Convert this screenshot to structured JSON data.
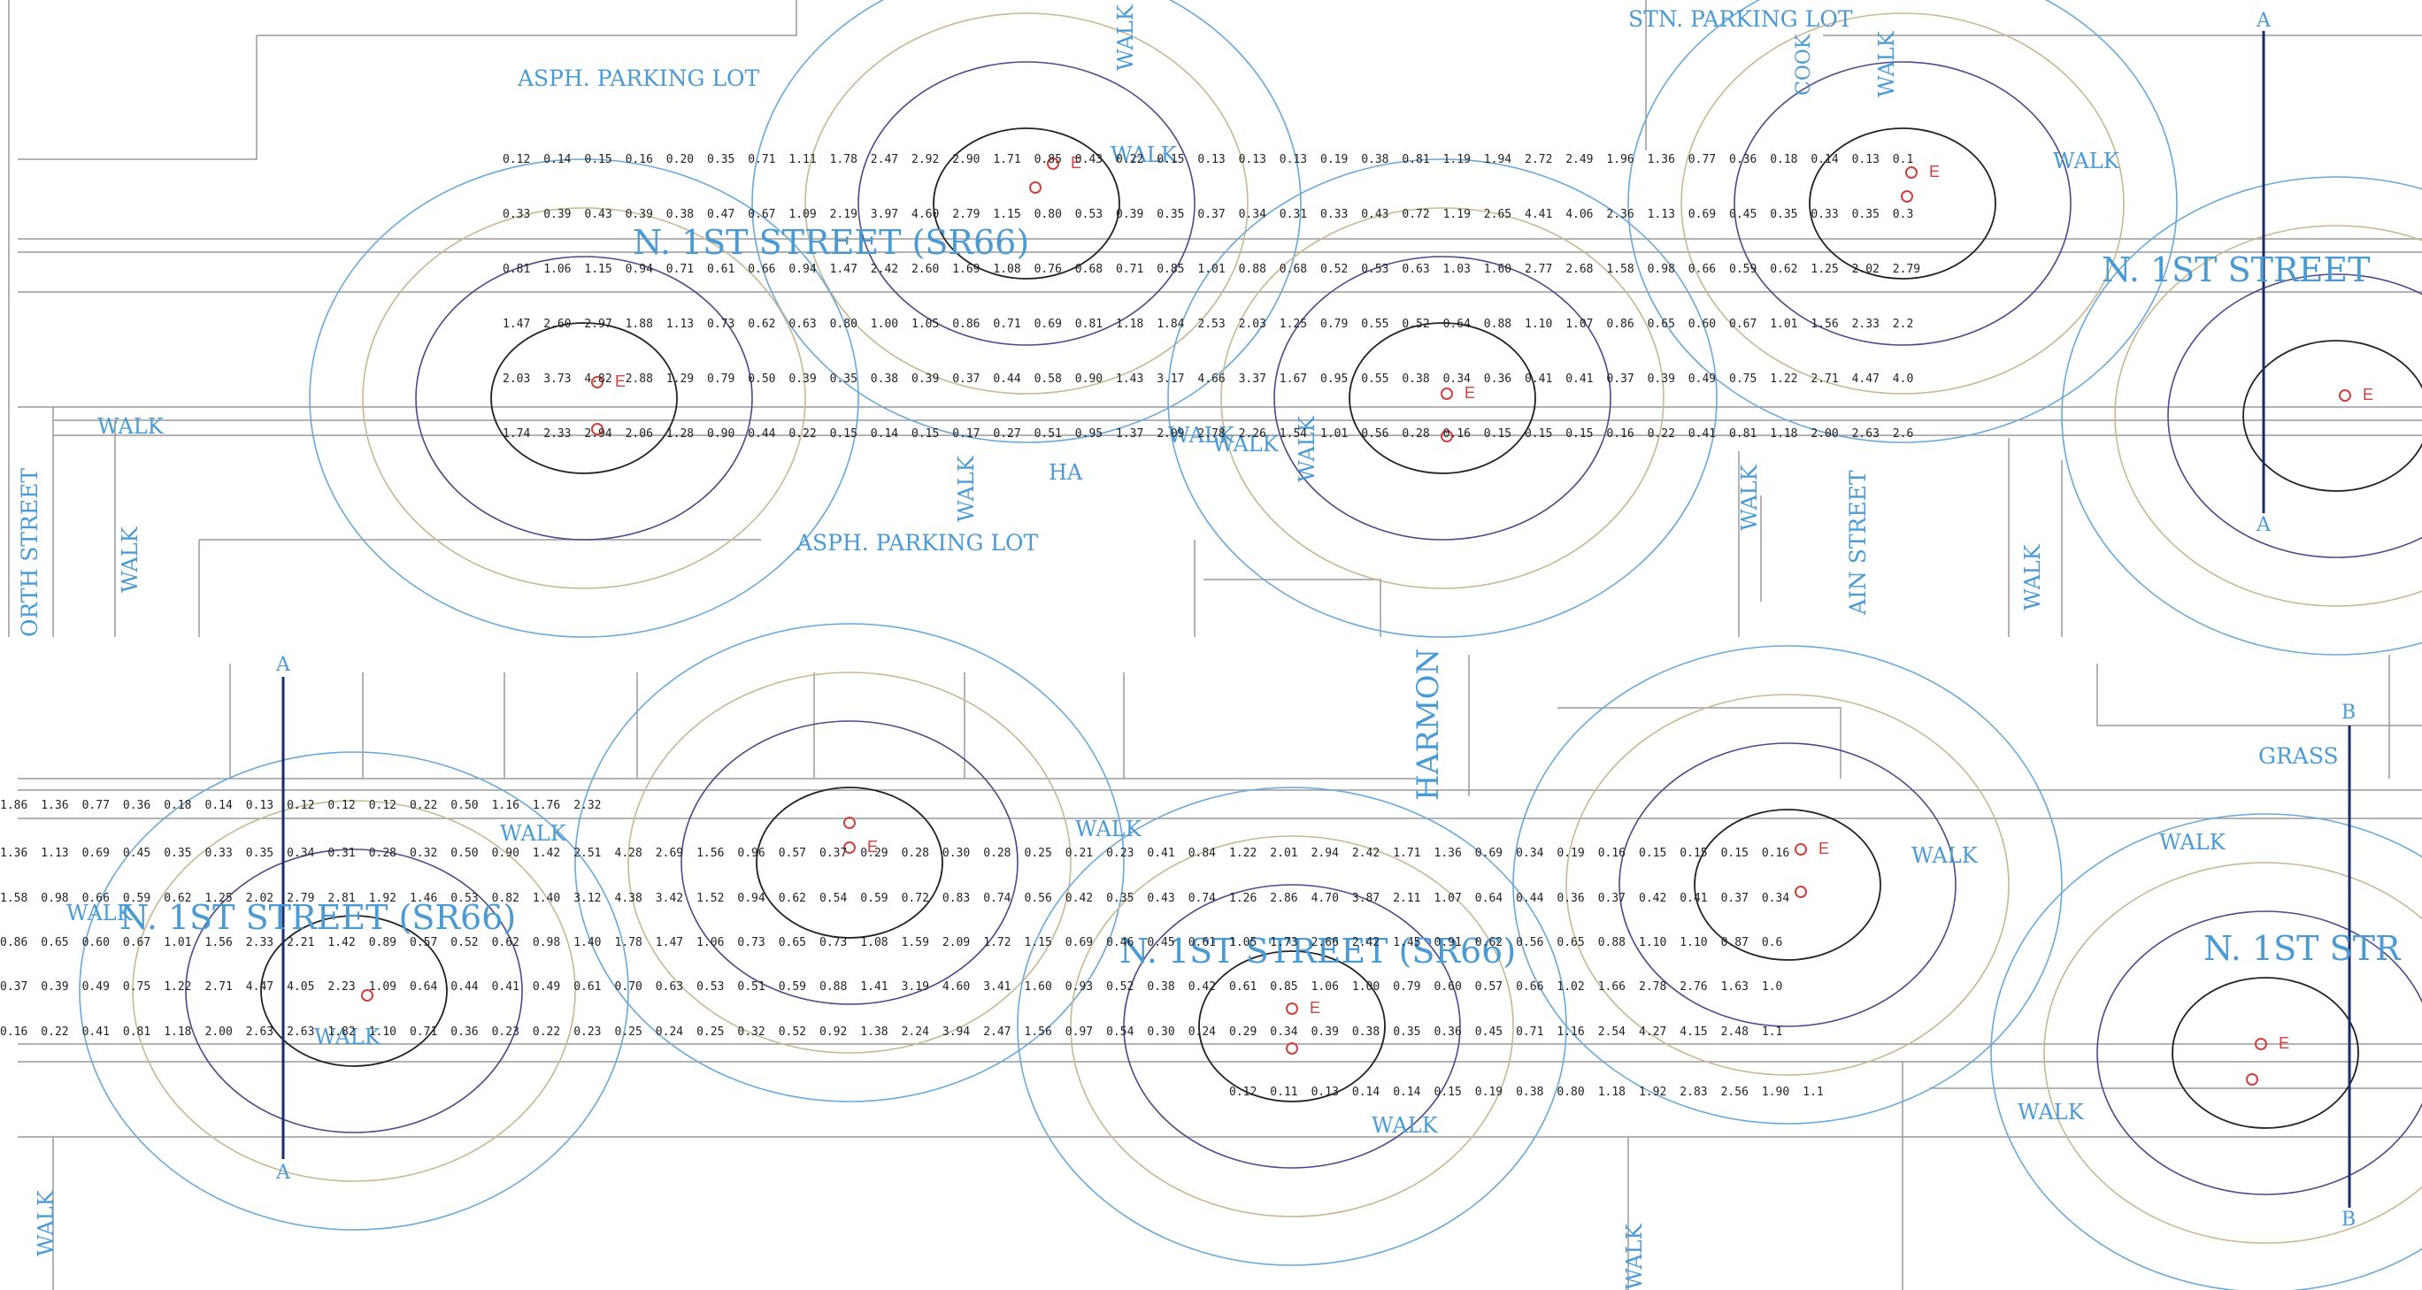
{
  "labels": {
    "asph_lot_top": "ASPH. PARKING LOT",
    "asph_lot_mid": "ASPH. PARKING LOT",
    "stn_lot": "STN. PARKING LOT",
    "street_top_left": "N. 1ST STREET (SR66)",
    "street_top_right": "N. 1ST STREET",
    "street_bot_left": "N. 1ST STREET (SR66)",
    "street_bot_mid": "N. 1ST STREET (SR66)",
    "street_bot_right": "N. 1ST STR",
    "north_street": "ORTH STREET",
    "main_street": "AIN STREET",
    "harmon": "HARMON",
    "grass": "GRASS",
    "cook": "COOK",
    "walk": "WALK",
    "section_a": "A",
    "section_b": "B",
    "fixture_e": "E",
    "ha": "HA"
  },
  "colors": {
    "label_blue": "#4a9ad4",
    "contour_navy": "#4a4a8c",
    "contour_blue": "#6aa8d8",
    "contour_tan": "#c8b890",
    "contour_dark": "#222222",
    "fixture_red": "#d04040",
    "section_line": "#1a2a6a",
    "outline_gray": "#8a8a8a",
    "pole_orange": "#d89848"
  },
  "grids": {
    "top": [
      [
        "0.12",
        "0.14",
        "0.15",
        "0.16",
        "0.20",
        "0.35",
        "0.71",
        "1.11",
        "1.78",
        "2.47",
        "2.92",
        "2.90",
        "1.71",
        "0.85",
        "0.43",
        "0.22",
        "0.15",
        "0.13",
        "0.13",
        "0.13",
        "0.19",
        "0.38",
        "0.81",
        "1.19",
        "1.94",
        "2.72",
        "2.49",
        "1.96",
        "1.36",
        "0.77",
        "0.36",
        "0.18",
        "0.14",
        "0.13",
        "0.1"
      ],
      [
        "0.33",
        "0.39",
        "0.43",
        "0.39",
        "0.38",
        "0.47",
        "0.67",
        "1.09",
        "2.19",
        "3.97",
        "4.60",
        "2.79",
        "1.15",
        "0.80",
        "0.53",
        "0.39",
        "0.35",
        "0.37",
        "0.34",
        "0.31",
        "0.33",
        "0.43",
        "0.72",
        "1.19",
        "2.65",
        "4.41",
        "4.06",
        "2.36",
        "1.13",
        "0.69",
        "0.45",
        "0.35",
        "0.33",
        "0.35",
        "0.3"
      ],
      [
        "0.81",
        "1.06",
        "1.15",
        "0.94",
        "0.71",
        "0.61",
        "0.66",
        "0.94",
        "1.47",
        "2.42",
        "2.60",
        "1.69",
        "1.08",
        "0.76",
        "0.68",
        "0.71",
        "0.85",
        "1.01",
        "0.88",
        "0.68",
        "0.52",
        "0.53",
        "0.63",
        "1.03",
        "1.60",
        "2.77",
        "2.68",
        "1.58",
        "0.98",
        "0.66",
        "0.59",
        "0.62",
        "1.25",
        "2.02",
        "2.79"
      ],
      [
        "1.47",
        "2.60",
        "2.97",
        "1.88",
        "1.13",
        "0.73",
        "0.62",
        "0.63",
        "0.80",
        "1.00",
        "1.05",
        "0.86",
        "0.71",
        "0.69",
        "0.81",
        "1.18",
        "1.84",
        "2.53",
        "2.03",
        "1.25",
        "0.79",
        "0.55",
        "0.52",
        "0.64",
        "0.88",
        "1.10",
        "1.07",
        "0.86",
        "0.65",
        "0.60",
        "0.67",
        "1.01",
        "1.56",
        "2.33",
        "2.2"
      ],
      [
        "2.03",
        "3.73",
        "4.82",
        "2.88",
        "1.29",
        "0.79",
        "0.50",
        "0.39",
        "0.35",
        "0.38",
        "0.39",
        "0.37",
        "0.44",
        "0.58",
        "0.90",
        "1.43",
        "3.17",
        "4.66",
        "3.37",
        "1.67",
        "0.95",
        "0.55",
        "0.38",
        "0.34",
        "0.36",
        "0.41",
        "0.41",
        "0.37",
        "0.39",
        "0.49",
        "0.75",
        "1.22",
        "2.71",
        "4.47",
        "4.0"
      ],
      [
        "1.74",
        "2.33",
        "2.94",
        "2.06",
        "1.28",
        "0.90",
        "0.44",
        "0.22",
        "0.15",
        "0.14",
        "0.15",
        "0.17",
        "0.27",
        "0.51",
        "0.95",
        "1.37",
        "2.09",
        "2.78",
        "2.26",
        "1.54",
        "1.01",
        "0.56",
        "0.28",
        "0.16",
        "0.15",
        "0.15",
        "0.15",
        "0.16",
        "0.22",
        "0.41",
        "0.81",
        "1.18",
        "2.00",
        "2.63",
        "2.6"
      ]
    ],
    "bottom": [
      [
        "1.86",
        "1.36",
        "0.77",
        "0.36",
        "0.18",
        "0.14",
        "0.13",
        "0.12",
        "0.12",
        "0.12",
        "0.22",
        "0.50",
        "1.16",
        "1.76",
        "2.32",
        "",
        "",
        "",
        "",
        "",
        "",
        "",
        "",
        "",
        "",
        "",
        "",
        "",
        "",
        "",
        "",
        "",
        "",
        "",
        "",
        "",
        "",
        "",
        "",
        "",
        "",
        "",
        "",
        ""
      ],
      [
        "1.36",
        "1.13",
        "0.69",
        "0.45",
        "0.35",
        "0.33",
        "0.35",
        "0.34",
        "0.31",
        "0.28",
        "0.32",
        "0.50",
        "0.90",
        "1.42",
        "2.51",
        "4.28",
        "2.69",
        "1.56",
        "0.96",
        "0.57",
        "0.37",
        "0.29",
        "0.28",
        "0.30",
        "0.28",
        "0.25",
        "0.21",
        "0.23",
        "0.41",
        "0.84",
        "1.22",
        "2.01",
        "2.94",
        "2.42",
        "1.71",
        "1.36",
        "0.69",
        "0.34",
        "0.19",
        "0.16",
        "0.15",
        "0.15",
        "0.15",
        "0.16"
      ],
      [
        "1.58",
        "0.98",
        "0.66",
        "0.59",
        "0.62",
        "1.25",
        "2.02",
        "2.79",
        "2.81",
        "1.92",
        "1.46",
        "0.53",
        "0.82",
        "1.40",
        "3.12",
        "4.38",
        "3.42",
        "1.52",
        "0.94",
        "0.62",
        "0.54",
        "0.59",
        "0.72",
        "0.83",
        "0.74",
        "0.56",
        "0.42",
        "0.35",
        "0.43",
        "0.74",
        "1.26",
        "2.86",
        "4.70",
        "3.87",
        "2.11",
        "1.07",
        "0.64",
        "0.44",
        "0.36",
        "0.37",
        "0.42",
        "0.41",
        "0.37",
        "0.34"
      ],
      [
        "0.86",
        "0.65",
        "0.60",
        "0.67",
        "1.01",
        "1.56",
        "2.33",
        "2.21",
        "1.42",
        "0.89",
        "0.57",
        "0.52",
        "0.62",
        "0.98",
        "1.40",
        "1.78",
        "1.47",
        "1.06",
        "0.73",
        "0.65",
        "0.73",
        "1.08",
        "1.59",
        "2.09",
        "1.72",
        "1.15",
        "0.69",
        "0.46",
        "0.45",
        "0.61",
        "1.05",
        "1.73",
        "2.66",
        "2.42",
        "1.45",
        "0.91",
        "0.62",
        "0.56",
        "0.65",
        "0.88",
        "1.10",
        "1.10",
        "0.87",
        "0.6"
      ],
      [
        "0.37",
        "0.39",
        "0.49",
        "0.75",
        "1.22",
        "2.71",
        "4.47",
        "4.05",
        "2.23",
        "1.09",
        "0.64",
        "0.44",
        "0.41",
        "0.49",
        "0.61",
        "0.70",
        "0.63",
        "0.53",
        "0.51",
        "0.59",
        "0.88",
        "1.41",
        "3.19",
        "4.60",
        "3.41",
        "1.60",
        "0.93",
        "0.52",
        "0.38",
        "0.42",
        "0.61",
        "0.85",
        "1.06",
        "1.00",
        "0.79",
        "0.60",
        "0.57",
        "0.66",
        "1.02",
        "1.66",
        "2.78",
        "2.76",
        "1.63",
        "1.0"
      ],
      [
        "0.16",
        "0.22",
        "0.41",
        "0.81",
        "1.18",
        "2.00",
        "2.63",
        "2.63",
        "1.82",
        "1.10",
        "0.71",
        "0.36",
        "0.23",
        "0.22",
        "0.23",
        "0.25",
        "0.24",
        "0.25",
        "0.32",
        "0.52",
        "0.92",
        "1.38",
        "2.24",
        "3.94",
        "2.47",
        "1.56",
        "0.97",
        "0.54",
        "0.30",
        "0.24",
        "0.29",
        "0.34",
        "0.39",
        "0.38",
        "0.35",
        "0.36",
        "0.45",
        "0.71",
        "1.16",
        "2.54",
        "4.27",
        "4.15",
        "2.48",
        "1.1"
      ],
      [
        "",
        "",
        "",
        "",
        "",
        "",
        "",
        "",
        "",
        "",
        "",
        "",
        "",
        "",
        "",
        "",
        "",
        "",
        "",
        "",
        "",
        "",
        "",
        "",
        "",
        "",
        "",
        "",
        "",
        "",
        "0.12",
        "0.11",
        "0.13",
        "0.14",
        "0.14",
        "0.15",
        "0.19",
        "0.38",
        "0.80",
        "1.18",
        "1.92",
        "2.83",
        "2.56",
        "1.90",
        "1.1"
      ]
    ]
  }
}
